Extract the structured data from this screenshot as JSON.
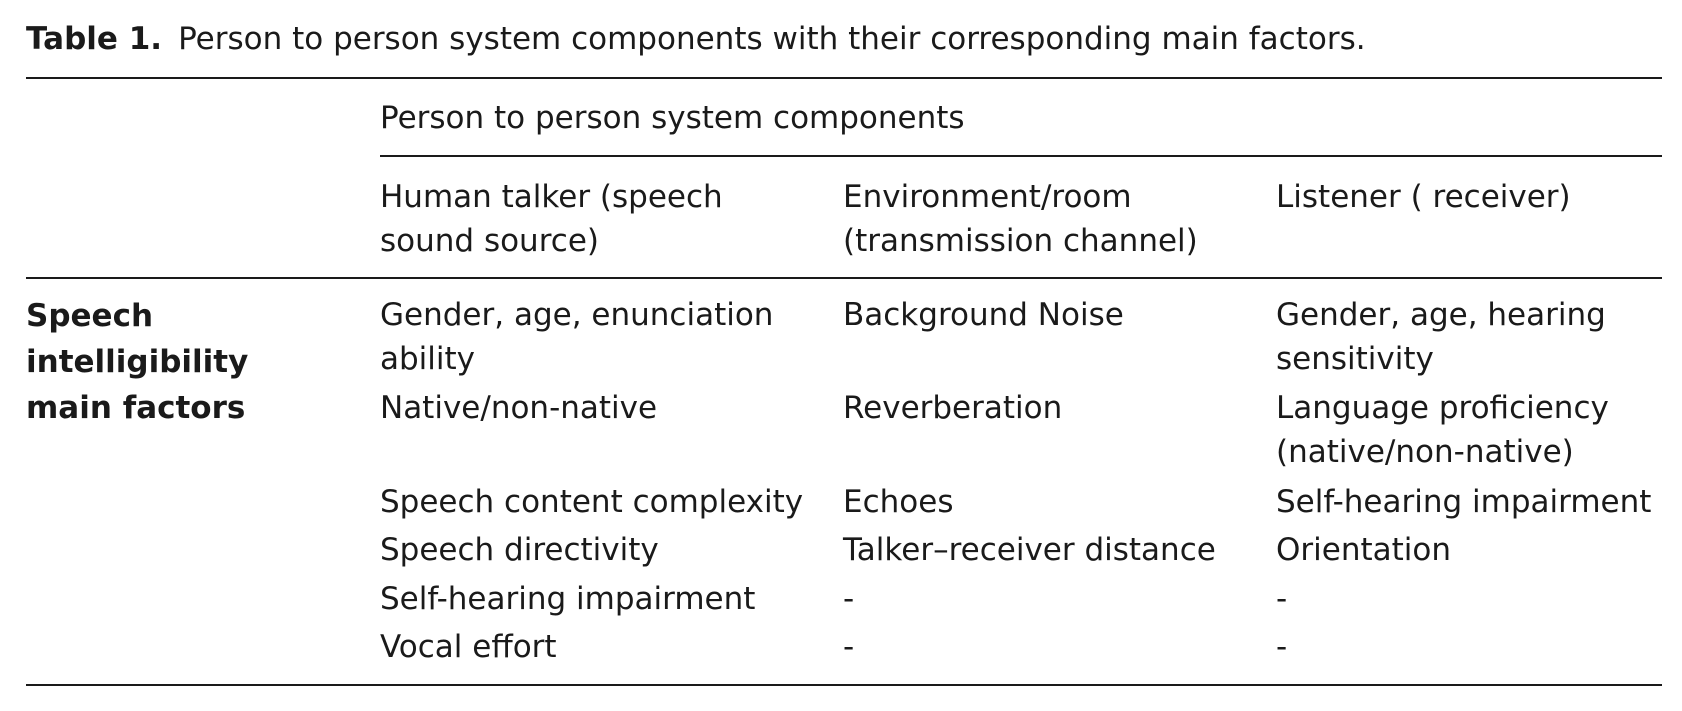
{
  "caption": {
    "label": "Table 1.",
    "text": "Person to person system components with their corresponding main factors."
  },
  "spanner_header": "Person to person system components",
  "columns": [
    [
      "Human talker (speech",
      "sound source)"
    ],
    [
      "Environment/room",
      "(transmission channel)"
    ],
    [
      "Listener ( receiver)"
    ]
  ],
  "row_label": [
    "Speech",
    "intelligibility",
    "main factors"
  ],
  "rows": [
    [
      [
        "Gender, age, enunciation",
        "ability"
      ],
      [
        "Background Noise"
      ],
      [
        "Gender, age, hearing",
        "sensitivity"
      ]
    ],
    [
      [
        "Native/non-native"
      ],
      [
        "Reverberation"
      ],
      [
        "Language proficiency",
        "(native/non-native)"
      ]
    ],
    [
      [
        "Speech content complexity"
      ],
      [
        "Echoes"
      ],
      [
        "Self-hearing impairment"
      ]
    ],
    [
      [
        "Speech directivity"
      ],
      [
        "Talker–receiver distance"
      ],
      [
        "Orientation"
      ]
    ],
    [
      [
        "Self-hearing impairment"
      ],
      [
        "-"
      ],
      [
        "-"
      ]
    ],
    [
      [
        "Vocal effort"
      ],
      [
        "-"
      ],
      [
        "-"
      ]
    ]
  ]
}
